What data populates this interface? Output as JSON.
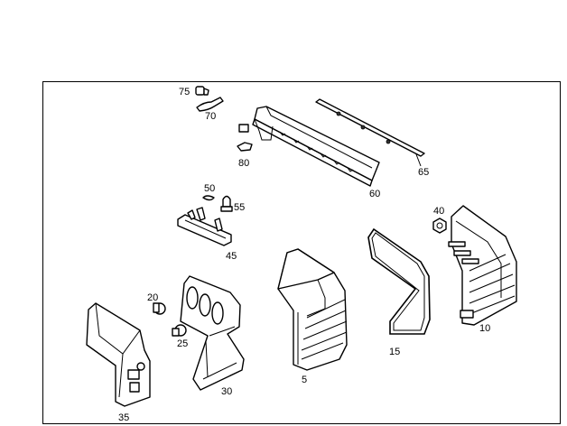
{
  "parts": [
    {
      "id": "75"
    },
    {
      "id": "70"
    },
    {
      "id": "80"
    },
    {
      "id": "60"
    },
    {
      "id": "65"
    },
    {
      "id": "50"
    },
    {
      "id": "55"
    },
    {
      "id": "45"
    },
    {
      "id": "40"
    },
    {
      "id": "20"
    },
    {
      "id": "25"
    },
    {
      "id": "30"
    },
    {
      "id": "35"
    },
    {
      "id": "5"
    },
    {
      "id": "15"
    },
    {
      "id": "10"
    }
  ]
}
